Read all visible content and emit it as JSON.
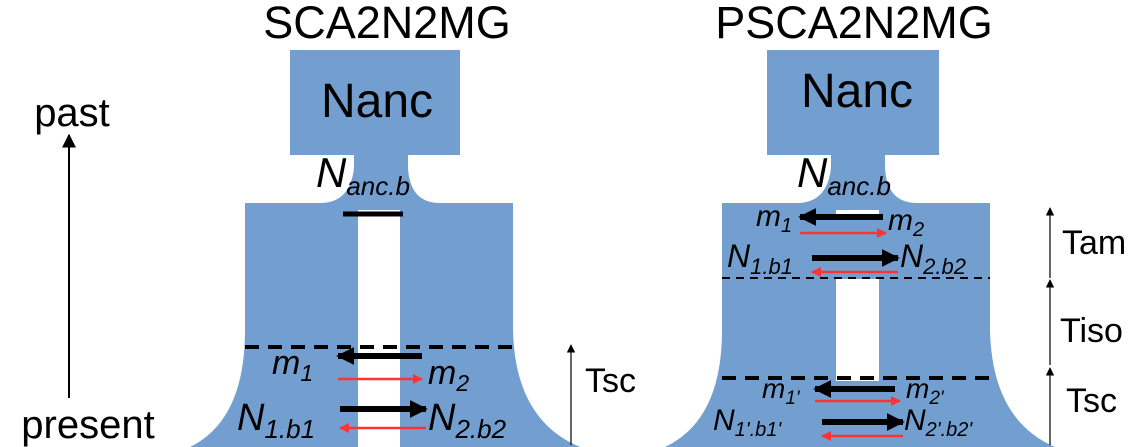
{
  "left_panel": {
    "title": "SCA2N2MG",
    "ancestral_label": "Nanc",
    "bottleneck": {
      "base": "N",
      "sub": "anc.b"
    },
    "migration": {
      "m1": {
        "base": "m",
        "sub": "1"
      },
      "m2": {
        "base": "m",
        "sub": "2"
      },
      "n1": {
        "base": "N",
        "sub": "1.b1"
      },
      "n2": {
        "base": "N",
        "sub": "2.b2"
      }
    },
    "time_label": "Tsc"
  },
  "right_panel": {
    "title": "PSCA2N2MG",
    "ancestral_label": "Nanc",
    "bottleneck": {
      "base": "N",
      "sub": "anc.b"
    },
    "ancient_migration": {
      "m1": {
        "base": "m",
        "sub": "1"
      },
      "m2": {
        "base": "m",
        "sub": "2"
      },
      "n1": {
        "base": "N",
        "sub": "1.b1"
      },
      "n2": {
        "base": "N",
        "sub": "2.b2"
      }
    },
    "recent_migration": {
      "m1": {
        "base": "m",
        "sub": "1'"
      },
      "m2": {
        "base": "m",
        "sub": "2'"
      },
      "n1": {
        "base": "N",
        "sub": "1'.b1'"
      },
      "n2": {
        "base": "N",
        "sub": "2'.b2'"
      }
    },
    "time_labels": {
      "tam": "Tam",
      "tiso": "Tiso",
      "tsc": "Tsc"
    }
  },
  "time_axis": {
    "past": "past",
    "present": "present"
  },
  "colors": {
    "population": "#729fcf",
    "strong_arrow": "#000000",
    "weak_arrow": "#ff3333"
  }
}
